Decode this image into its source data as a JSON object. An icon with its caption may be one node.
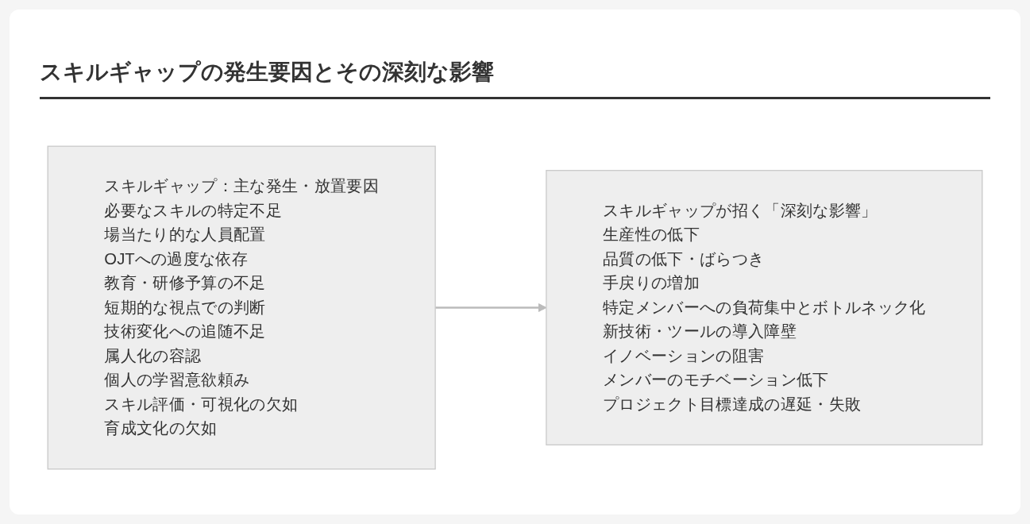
{
  "diagram": {
    "title": "スキルギャップの発生要因とその深刻な影響",
    "nodes": [
      {
        "text": [
          "スキルギャップ：主な発生・放置要因",
          "必要なスキルの特定不足",
          "場当たり的な人員配置",
          "OJTへの過度な依存",
          "教育・研修予算の不足",
          "短期的な視点での判断",
          "技術変化への追随不足",
          "属人化の容認",
          "個人の学習意欲頼み",
          "スキル評価・可視化の欠如",
          "育成文化の欠如"
        ]
      },
      {
        "text": [
          "スキルギャップが招く「深刻な影響」",
          "生産性の低下",
          "品質の低下・ばらつき",
          "手戻りの増加",
          "特定メンバーへの負荷集中とボトルネック化",
          "新技術・ツールの導入障壁",
          "イノベーションの阻害",
          "メンバーのモチベーション低下",
          "プロジェクト目標達成の遅延・失敗"
        ]
      }
    ],
    "edges": [
      {
        "from": 0,
        "to": 1,
        "arrow": "to"
      }
    ]
  }
}
